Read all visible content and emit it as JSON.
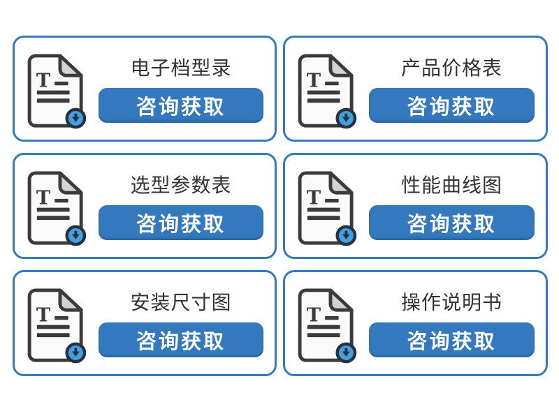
{
  "page": {
    "background": "#ffffff"
  },
  "theme": {
    "card_border_color": "#3679bd",
    "button_background": "#3478bd",
    "button_text_color": "#ffffff",
    "title_color": "#333333",
    "icon_outline_color": "#3b3b3b",
    "icon_page_color": "#fbfafa",
    "icon_fold_color": "#d6d2d6",
    "icon_badge_color": "#41a0dd",
    "icon_badge_border_color": "#273140"
  },
  "icon": {
    "name": "document-download-icon",
    "letter": "T"
  },
  "cards": [
    {
      "title": "电子档型录",
      "button_label": "咨询获取"
    },
    {
      "title": "产品价格表",
      "button_label": "咨询获取"
    },
    {
      "title": "选型参数表",
      "button_label": "咨询获取"
    },
    {
      "title": "性能曲线图",
      "button_label": "咨询获取"
    },
    {
      "title": "安装尺寸图",
      "button_label": "咨询获取"
    },
    {
      "title": "操作说明书",
      "button_label": "咨询获取"
    }
  ]
}
